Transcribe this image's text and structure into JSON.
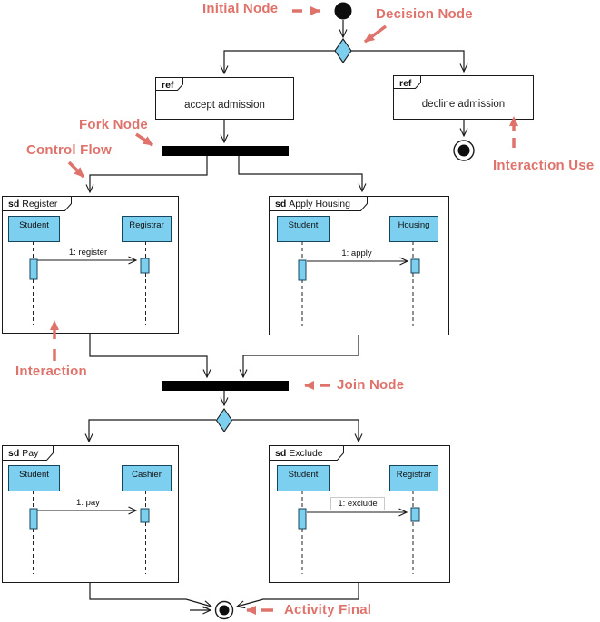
{
  "colors": {
    "annotation": "#DF736C",
    "node_fill": "#7CCFEE",
    "bar": "#000000",
    "frame_border": "#1a1a1a"
  },
  "annotations": {
    "initial_node": "Initial Node",
    "decision_node": "Decision Node",
    "fork_node": "Fork Node",
    "control_flow": "Control Flow",
    "interaction_use": "Interaction Use",
    "interaction": "Interaction",
    "join_node": "Join Node",
    "activity_final": "Activity Final"
  },
  "ref_frames": {
    "accept": {
      "tag": "ref",
      "label": "accept admission"
    },
    "decline": {
      "tag": "ref",
      "label": "decline admission"
    }
  },
  "sd_frames": {
    "register": {
      "tag": "sd",
      "title": "Register",
      "lifelines": [
        "Student",
        "Registrar"
      ],
      "message": "1: register"
    },
    "apply_housing": {
      "tag": "sd",
      "title": "Apply Housing",
      "lifelines": [
        "Student",
        "Housing"
      ],
      "message": "1: apply"
    },
    "pay": {
      "tag": "sd",
      "title": "Pay",
      "lifelines": [
        "Student",
        "Cashier"
      ],
      "message": "1: pay"
    },
    "exclude": {
      "tag": "sd",
      "title": "Exclude",
      "lifelines": [
        "Student",
        "Registrar"
      ],
      "message": "1: exclude"
    }
  }
}
